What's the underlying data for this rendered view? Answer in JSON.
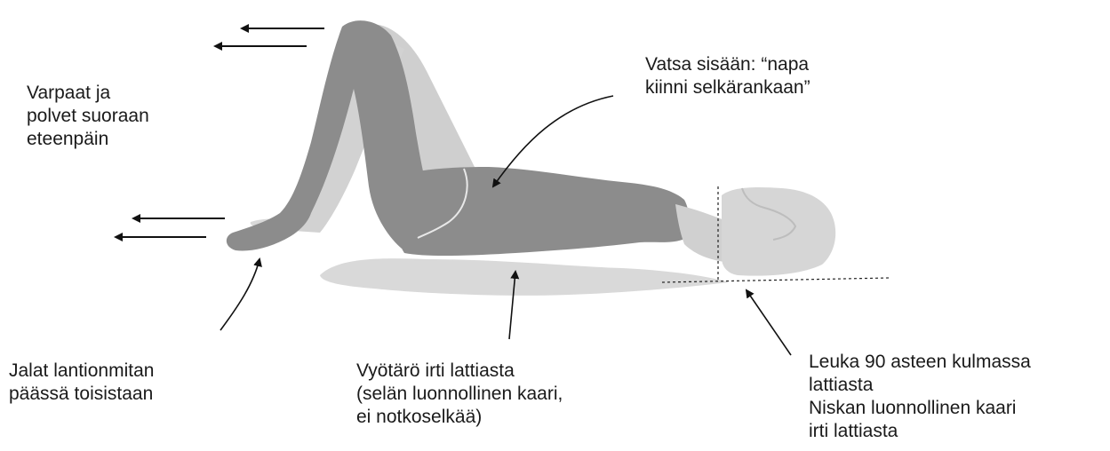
{
  "labels": {
    "toes_knees": [
      "Varpaat ja",
      "polvet suoraan",
      "eteenpäin"
    ],
    "abdomen": [
      "Vatsa sisään: “napa",
      "kiinni selkärankaan”"
    ],
    "feet": [
      "Jalat lantionmitan",
      "päässä toisistaan"
    ],
    "waist": [
      "Vyötärö irti lattiasta",
      "(selän luonnollinen kaari,",
      "ei notkoselkää)"
    ],
    "chin_neck": [
      "Leuka 90 asteen kulmassa",
      "lattiasta",
      "Niskan luonnollinen kaari",
      "irti lattiasta"
    ]
  },
  "colors": {
    "figure_dark": "#8c8c8c",
    "figure_light": "#cfcfcf",
    "floor_shadow": "#d9d9d9",
    "head": "#d6d6d6",
    "arrow": "#111111",
    "text": "#1a1a1a"
  }
}
